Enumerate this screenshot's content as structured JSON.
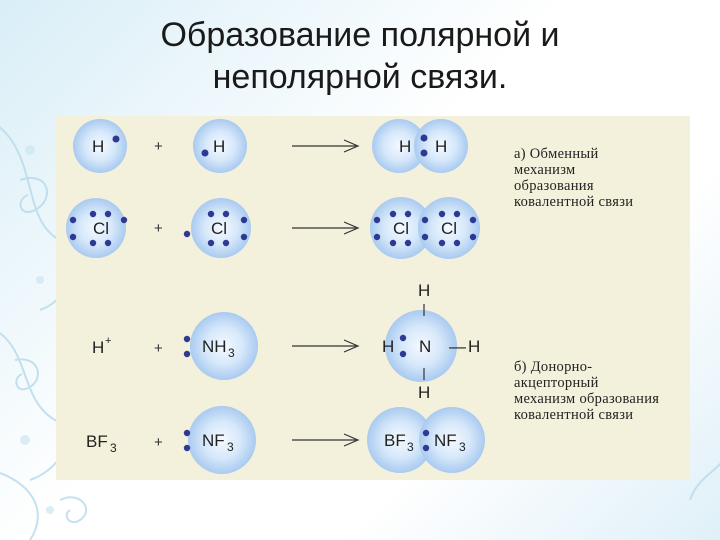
{
  "title": {
    "line1": "Образование полярной и",
    "line2": "неполярной связи."
  },
  "notes": {
    "a": [
      "а) Обменный",
      "механизм",
      "образования",
      "ковалентной связи"
    ],
    "b": [
      "б) Донорно-",
      "акцепторный",
      "механизм образования",
      "ковалентной связи"
    ]
  },
  "symbols": {
    "H": "H",
    "Cl": "Cl",
    "N": "N",
    "plus": "+",
    "h_plus": "H",
    "h_plus_charge": "+",
    "nh": "NH",
    "nh_sub": "3",
    "bf": "BF",
    "bf_sub": "3",
    "nf": "NF",
    "nf_sub": "3",
    "bond_h": "H",
    "bond_dash": "—"
  },
  "colors": {
    "accent": "#2e3a92",
    "circle": "#bcd8f3",
    "panel": "#f3f1dc"
  }
}
